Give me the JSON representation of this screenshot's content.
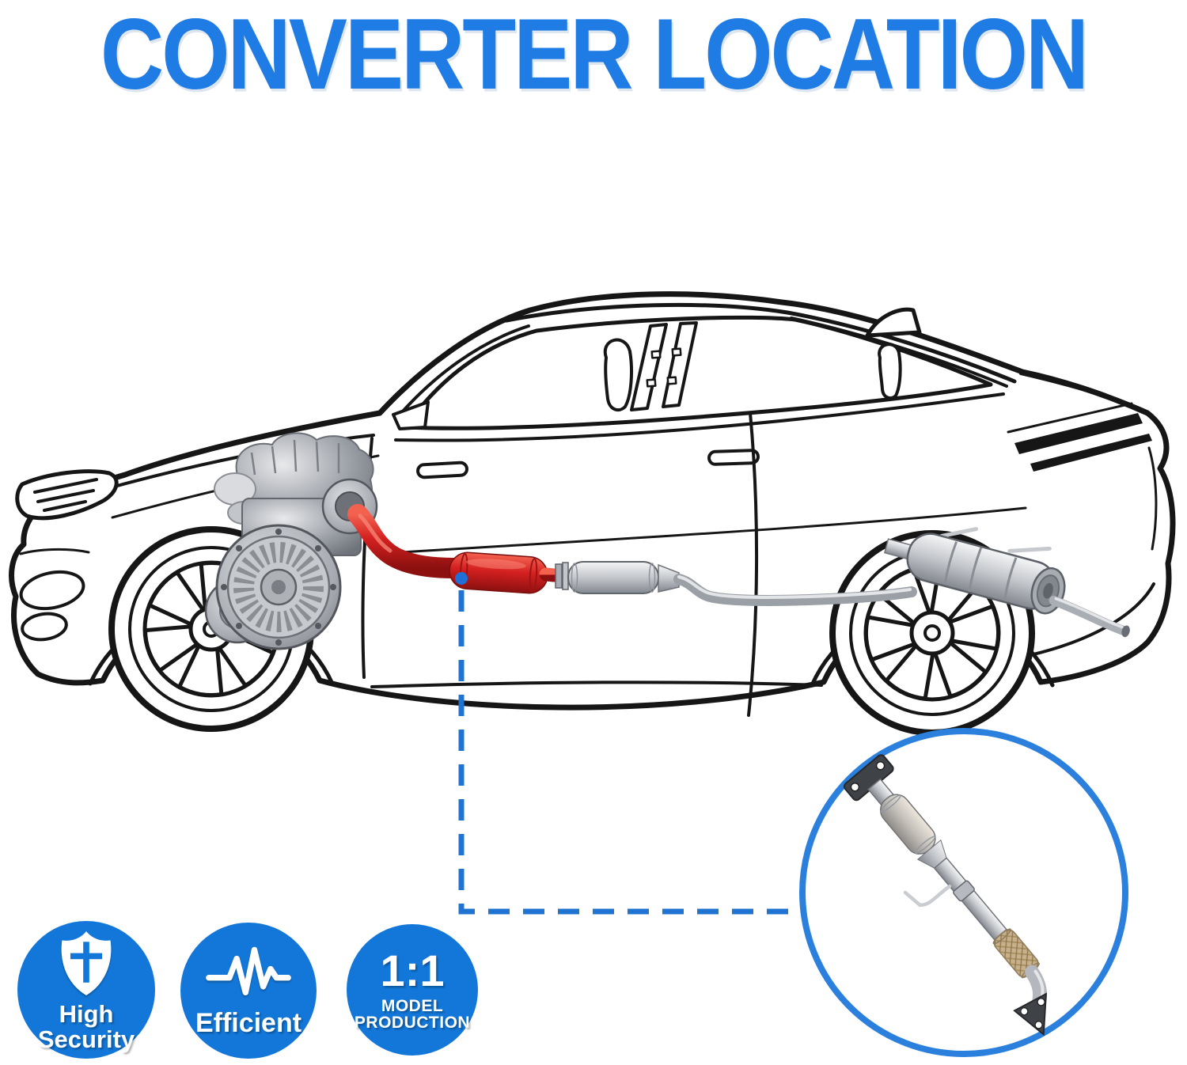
{
  "title": "CONVERTER LOCATION",
  "colors": {
    "title_blue": "#1e7ce4",
    "badge_blue": "#1277d8",
    "leader_line_blue": "#2173d2",
    "inset_ring_blue": "#2b80dd",
    "converter_highlight_red": "#d42020"
  },
  "badges": [
    {
      "icon": "shield-icon",
      "line1": "High",
      "line2": "Security"
    },
    {
      "icon": "pulse-icon",
      "line1": "Efficient"
    },
    {
      "icon": "ratio-1to1",
      "value": "1:1",
      "line1": "MODEL",
      "line2": "PRODUCTION"
    }
  ]
}
